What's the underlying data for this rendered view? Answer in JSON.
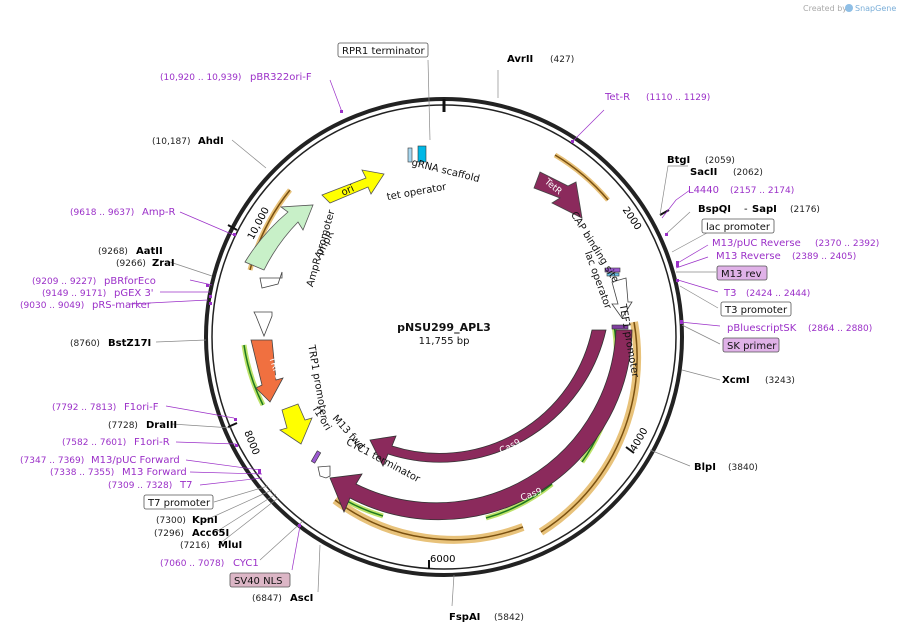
{
  "watermark": "Created by",
  "watermark_brand": "SnapGene",
  "plasmid": {
    "name": "pNSU299_APL3",
    "size_label": "11,755 bp"
  },
  "ticks": [
    {
      "label": "2000"
    },
    {
      "label": "4000"
    },
    {
      "label": "6000"
    },
    {
      "label": "8000"
    },
    {
      "label": "10,000"
    }
  ],
  "sites": [
    {
      "name": "AvrII",
      "pos": "(427)"
    },
    {
      "name": "BtgI",
      "pos": "(2059)"
    },
    {
      "name": "SacII",
      "pos": "(2062)"
    },
    {
      "name": "BspQI",
      "name2": "SapI",
      "pos": "(2176)"
    },
    {
      "name": "XcmI",
      "pos": "(3243)"
    },
    {
      "name": "BlpI",
      "pos": "(3840)"
    },
    {
      "name": "FspAI",
      "pos": "(5842)"
    },
    {
      "name": "AscI",
      "pos": "(6847)"
    },
    {
      "name": "MluI",
      "pos": "(7216)"
    },
    {
      "name": "Acc65I",
      "pos": "(7296)"
    },
    {
      "name": "KpnI",
      "pos": "(7300)"
    },
    {
      "name": "DraIII",
      "pos": "(7728)"
    },
    {
      "name": "BstZ17I",
      "pos": "(8760)"
    },
    {
      "name": "ZraI",
      "pos": "(9266)"
    },
    {
      "name": "AatII",
      "pos": "(9268)"
    },
    {
      "name": "AhdI",
      "pos": "(10,187)"
    }
  ],
  "primers": [
    {
      "name": "Tet-R",
      "pos": "(1110 .. 1129)"
    },
    {
      "name": "L4440",
      "pos": "(2157 .. 2174)"
    },
    {
      "name": "M13/pUC Reverse",
      "pos": "(2370 .. 2392)"
    },
    {
      "name": "M13 Reverse",
      "pos": "(2389 .. 2405)"
    },
    {
      "name": "T3",
      "pos": "(2424 .. 2444)"
    },
    {
      "name": "pBluescriptSK",
      "pos": "(2864 .. 2880)"
    },
    {
      "name": "CYC1",
      "pos": "(7060 .. 7078)"
    },
    {
      "name": "T7",
      "pos": "(7309 .. 7328)"
    },
    {
      "name": "M13 Forward",
      "pos": "(7338 .. 7355)"
    },
    {
      "name": "M13/pUC Forward",
      "pos": "(7347 .. 7369)"
    },
    {
      "name": "F1ori-R",
      "pos": "(7582 .. 7601)"
    },
    {
      "name": "F1ori-F",
      "pos": "(7792 .. 7813)"
    },
    {
      "name": "pRS-marker",
      "pos": "(9030 .. 9049)"
    },
    {
      "name": "pGEX 3'",
      "pos": "(9149 .. 9171)"
    },
    {
      "name": "pBRforEco",
      "pos": "(9209 .. 9227)"
    },
    {
      "name": "Amp-R",
      "pos": "(9618 .. 9637)"
    },
    {
      "name": "pBR322ori-F",
      "pos": "(10,920 .. 10,939)"
    }
  ],
  "boxed_features": [
    {
      "name": "RPR1 terminator"
    },
    {
      "name": "lac promoter"
    },
    {
      "name": "M13 rev"
    },
    {
      "name": "T3 promoter"
    },
    {
      "name": "SK primer"
    },
    {
      "name": "T7 promoter"
    },
    {
      "name": "SV40 NLS"
    }
  ],
  "inner_features": [
    {
      "name": "gRNA scaffold"
    },
    {
      "name": "tet operator"
    },
    {
      "name": "TetR"
    },
    {
      "name": "CAP binding site"
    },
    {
      "name": "lac operator"
    },
    {
      "name": "TEF1 promoter"
    },
    {
      "name": "Cas9"
    },
    {
      "name": "Cas9"
    },
    {
      "name": "CYC1 terminator"
    },
    {
      "name": "M13 fwd"
    },
    {
      "name": "f1 ori"
    },
    {
      "name": "TRP1"
    },
    {
      "name": "TRP1 promoter"
    },
    {
      "name": "AmpR promoter"
    },
    {
      "name": "AmpR"
    },
    {
      "name": "ori"
    }
  ]
}
